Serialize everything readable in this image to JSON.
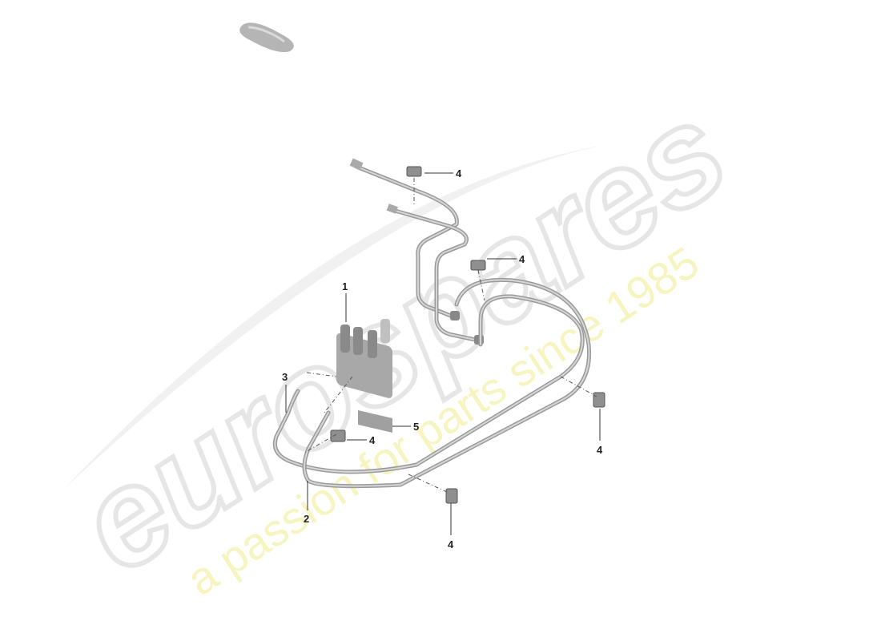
{
  "watermark": {
    "brand": "eurospares",
    "tagline": "a passion for parts since 1985",
    "brand_color": "#e8e8e8",
    "tagline_color": "#f3f0a0"
  },
  "vehicle_icon": "car-silhouette-icon",
  "callouts": {
    "part1": "1",
    "part2": "2",
    "part3": "3",
    "part4a": "4",
    "part4b": "4",
    "part4c": "4",
    "part4d": "4",
    "part4e": "4",
    "part5": "5"
  }
}
